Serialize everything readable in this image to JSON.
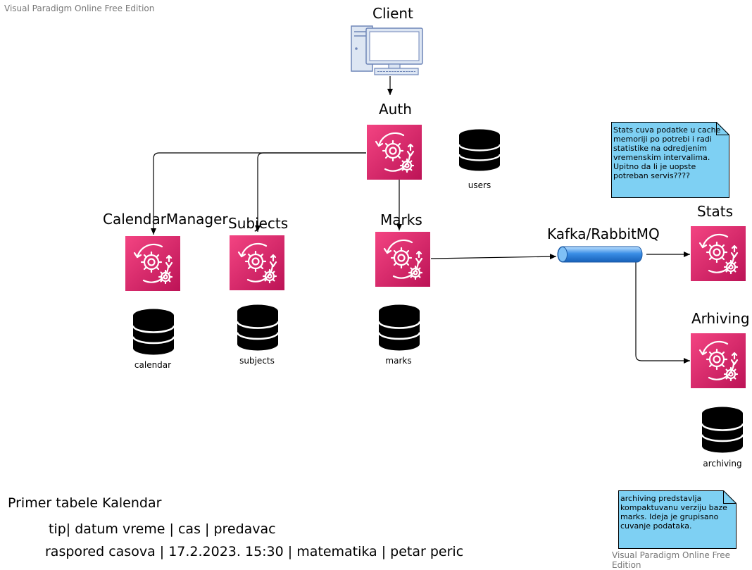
{
  "watermark": {
    "top": "Visual Paradigm Online Free Edition",
    "bottom": "Visual Paradigm Online Free Edition"
  },
  "client": {
    "label": "Client",
    "icon": "desktop-computer-icon"
  },
  "services": {
    "auth": "Auth",
    "calendar": "CalendarManager",
    "subjects": "Subjects",
    "marks": "Marks",
    "stats": "Stats",
    "arhiving": "Arhiving"
  },
  "queue": {
    "label": "Kafka/RabbitMQ"
  },
  "databases": {
    "users": "users",
    "calendar": "calendar",
    "subjects": "subjects",
    "marks": "marks",
    "archiving": "archiving"
  },
  "notes": {
    "stats": "Stats cuva podatke u cache memoriji po potrebi i radi statistike na odredjenim vremenskim intervalima. Upitno da li je uopste potreban servis????",
    "archiving": "archiving predstavlja kompaktuvanu verziju baze marks. Ideja je grupisano cuvanje podataka."
  },
  "footer": {
    "title": "Primer tabele Kalendar",
    "header_row": "tip| datum vreme | cas | predavac",
    "data_row": "raspored casova | 17.2.2023. 15:30 | matematika | petar peric"
  },
  "colors": {
    "service_fill": "#d6185f",
    "note_fill": "#7ed0f3",
    "queue_fill": "#3a8ee6"
  }
}
